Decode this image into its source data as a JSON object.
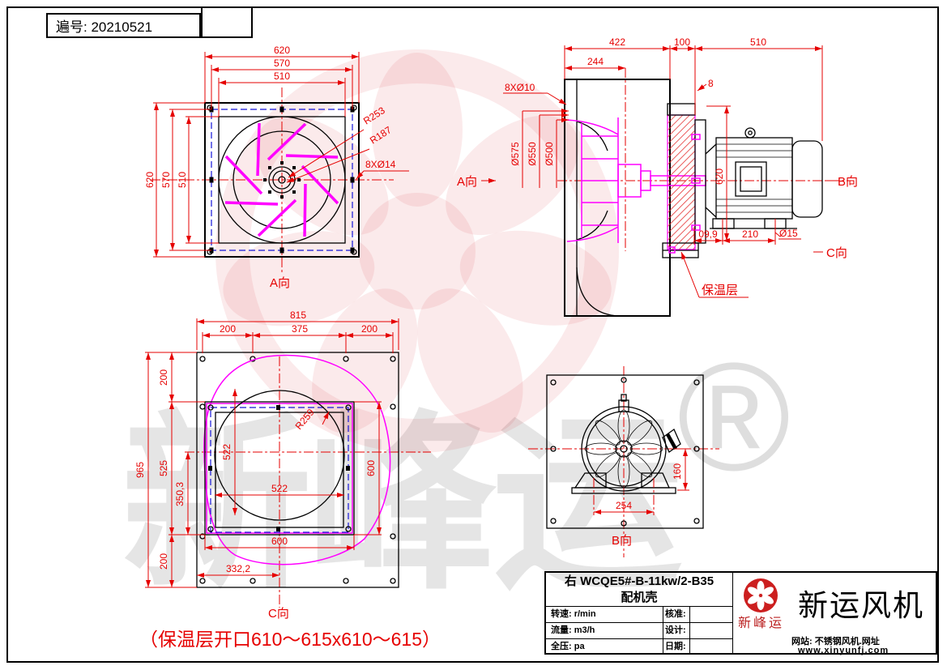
{
  "header": {
    "doc_no": "遍号: 20210521"
  },
  "note": "（保温层开口610～615x610～615）",
  "colors": {
    "dimension": "#e60000",
    "impeller": "#ff00ff",
    "bolt_line": "#1414d8",
    "brand": "#cc1f1f"
  },
  "front_view": {
    "label": "A向",
    "dim_top": [
      "620",
      "570",
      "510"
    ],
    "dim_left": [
      "620",
      "570",
      "510"
    ],
    "radius_outer": "R253",
    "radius_inner": "R187",
    "bolt_holes": "8XØ14"
  },
  "side_view": {
    "dim_depth": "422",
    "dim_insul": "100",
    "dim_motor": "510",
    "dim_inlet": "244",
    "dim_plate": "8",
    "bolt_holes": "8XØ10",
    "dia_outer": "Ø575",
    "dia_mid": "Ø550",
    "dia_inner": "Ø500",
    "view_a": "A向",
    "view_b": "B向",
    "view_c": "C向",
    "dim_foot_offset": "09,9",
    "dim_foot_span": "210",
    "dia_foot": "Ø15",
    "dim_height": "620",
    "insulation_label": "保温层"
  },
  "back_view": {
    "label": "C向",
    "dim_width": "815",
    "dim_w1": "200",
    "dim_w2": "375",
    "dim_w3": "200",
    "dim_h_top": "200",
    "dim_height": "965",
    "dim_h_mid": "525",
    "dim_h_center": "350,3",
    "dim_h_bot": "200",
    "dim_open_v": "522",
    "dim_open_h": "522",
    "dim_case_v": "600",
    "dim_case_h": "600",
    "dim_offset": "332,2",
    "radius": "R259"
  },
  "motor_view": {
    "label": "B向",
    "dim_feet": "254",
    "dim_axis": "160"
  },
  "title_block": {
    "orientation": "右",
    "model": "WCQE5#-B-11kw/2-B35",
    "subtitle": "配机壳",
    "specs": [
      {
        "label": "转速: r/min"
      },
      {
        "label": "流量: m3/h"
      },
      {
        "label": "全压: pa"
      }
    ],
    "approvals": [
      {
        "label": "核准:"
      },
      {
        "label": "设计:"
      },
      {
        "label": "日期:"
      }
    ],
    "brand": {
      "logo_name": "新峰运",
      "company": "新运风机",
      "site_line1": "网站: 不锈钢风机.网址",
      "site_line2": "www.xinyunfj.com"
    }
  },
  "watermark": {
    "brand_text": "新峰运",
    "registered": "®"
  }
}
